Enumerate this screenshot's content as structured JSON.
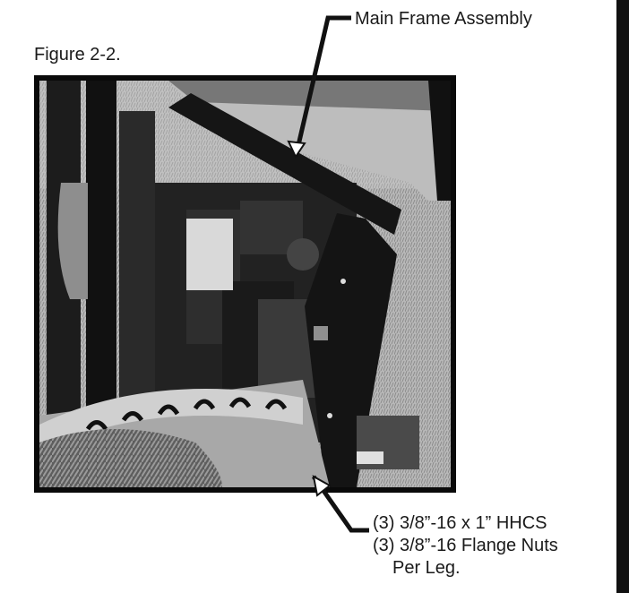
{
  "figure": {
    "label": "Figure 2-2.",
    "callout_top": "Main Frame Assembly",
    "callout_bottom": [
      "(3) 3/8”-16 x 1” HHCS",
      "(3) 3/8”-16 Flange Nuts",
      "Per Leg."
    ]
  }
}
